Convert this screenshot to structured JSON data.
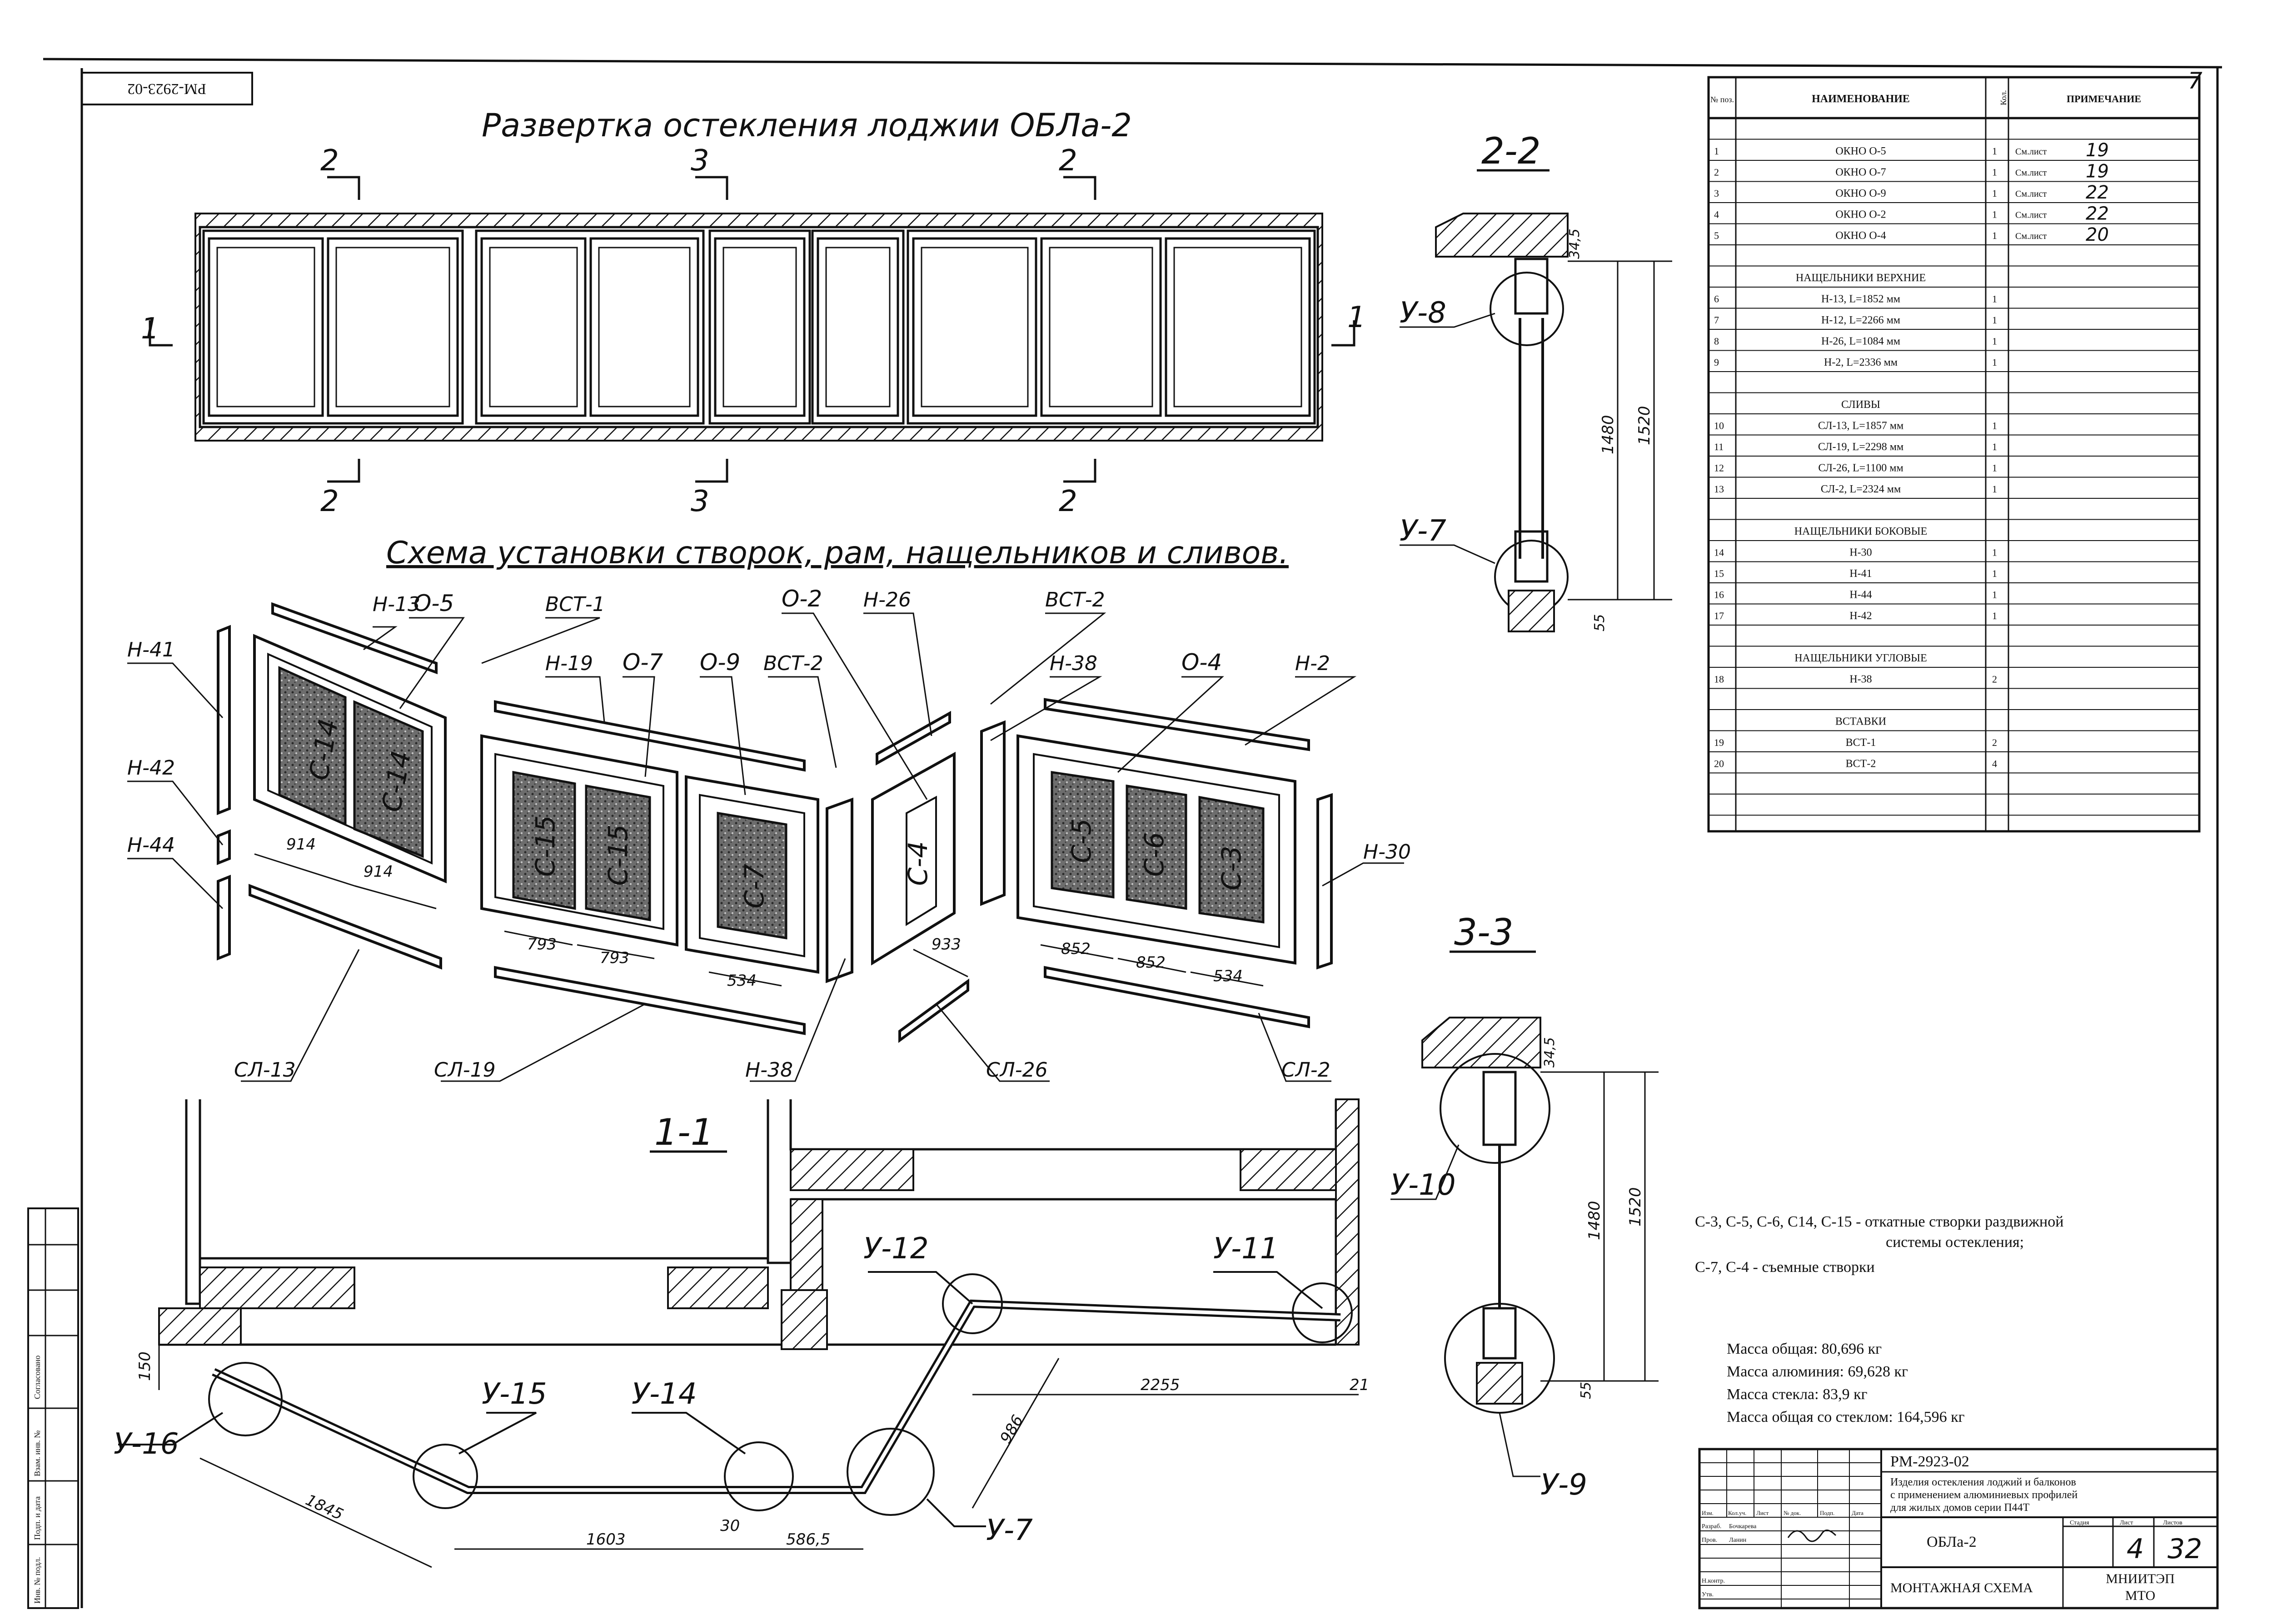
{
  "doc_code_rotated": "РМ-2923-02",
  "sheet_mark": "7",
  "title_top": "Развертка остекления лоджии ОБЛа-2",
  "title_scheme": "Схема установки створок, рам, нащельников и сливов.",
  "section_marks": {
    "top": [
      "2",
      "3",
      "2"
    ],
    "bottom": [
      "2",
      "3",
      "2"
    ],
    "side": [
      "1",
      "1"
    ]
  },
  "scheme_labels": [
    "Н-13",
    "О-5",
    "ВСТ-1",
    "Н-41",
    "Н-42",
    "Н-44",
    "Н-19",
    "О-7",
    "О-9",
    "ВСТ-2",
    "О-2",
    "Н-26",
    "ВСТ-2",
    "Н-38",
    "О-4",
    "Н-2",
    "Н-30",
    "СЛ-13",
    "СЛ-19",
    "Н-38",
    "СЛ-26",
    "СЛ-2"
  ],
  "sash_labels": [
    "С-14",
    "С-14",
    "С-15",
    "С-15",
    "С-7",
    "С-4",
    "С-5",
    "С-6",
    "С-3"
  ],
  "scheme_dims": [
    "914",
    "914",
    "793",
    "793",
    "534",
    "933",
    "852",
    "852",
    "534"
  ],
  "plan": {
    "title": "1-1",
    "nodes": [
      "У-12",
      "У-11",
      "У-15",
      "У-14",
      "У-16",
      "У-7"
    ],
    "dims": [
      "2255",
      "21",
      "150",
      "986",
      "1845",
      "1603",
      "30",
      "586,5"
    ]
  },
  "section_2_2": {
    "title": "2-2",
    "nodes": [
      "У-8",
      "У-7"
    ],
    "dims": [
      "34,5",
      "1480",
      "1520",
      "55"
    ]
  },
  "section_3_3": {
    "title": "3-3",
    "nodes": [
      "У-10",
      "У-9"
    ],
    "dims": [
      "34,5",
      "1480",
      "1520",
      "55"
    ]
  },
  "spec": {
    "headers": [
      "№ поз.",
      "НАИМЕНОВАНИЕ",
      "Кол.",
      "ПРИМЕЧАНИЕ"
    ],
    "rows": [
      {
        "n": "",
        "name": "",
        "q": "",
        "note": ""
      },
      {
        "n": "1",
        "name": "ОКНО О-5",
        "q": "1",
        "note": "См.лист",
        "sheet": "19"
      },
      {
        "n": "2",
        "name": "ОКНО О-7",
        "q": "1",
        "note": "См.лист",
        "sheet": "19"
      },
      {
        "n": "3",
        "name": "ОКНО О-9",
        "q": "1",
        "note": "См.лист",
        "sheet": "22"
      },
      {
        "n": "4",
        "name": "ОКНО О-2",
        "q": "1",
        "note": "См.лист",
        "sheet": "22"
      },
      {
        "n": "5",
        "name": "ОКНО О-4",
        "q": "1",
        "note": "См.лист",
        "sheet": "20"
      },
      {
        "n": "",
        "name": "",
        "q": "",
        "note": ""
      },
      {
        "n": "",
        "name": "НАЩЕЛЬНИКИ ВЕРХНИЕ",
        "q": "",
        "note": ""
      },
      {
        "n": "6",
        "name": "Н-13,  L=1852 мм",
        "q": "1",
        "note": ""
      },
      {
        "n": "7",
        "name": "Н-12,  L=2266 мм",
        "q": "1",
        "note": ""
      },
      {
        "n": "8",
        "name": "Н-26,  L=1084 мм",
        "q": "1",
        "note": ""
      },
      {
        "n": "9",
        "name": "Н-2,  L=2336 мм",
        "q": "1",
        "note": ""
      },
      {
        "n": "",
        "name": "",
        "q": "",
        "note": ""
      },
      {
        "n": "",
        "name": "СЛИВЫ",
        "q": "",
        "note": ""
      },
      {
        "n": "10",
        "name": "СЛ-13,  L=1857 мм",
        "q": "1",
        "note": ""
      },
      {
        "n": "11",
        "name": "СЛ-19,  L=2298 мм",
        "q": "1",
        "note": ""
      },
      {
        "n": "12",
        "name": "СЛ-26,  L=1100 мм",
        "q": "1",
        "note": ""
      },
      {
        "n": "13",
        "name": "СЛ-2,  L=2324 мм",
        "q": "1",
        "note": ""
      },
      {
        "n": "",
        "name": "",
        "q": "",
        "note": ""
      },
      {
        "n": "",
        "name": "НАЩЕЛЬНИКИ БОКОВЫЕ",
        "q": "",
        "note": ""
      },
      {
        "n": "14",
        "name": "Н-30",
        "q": "1",
        "note": ""
      },
      {
        "n": "15",
        "name": "Н-41",
        "q": "1",
        "note": ""
      },
      {
        "n": "16",
        "name": "Н-44",
        "q": "1",
        "note": ""
      },
      {
        "n": "17",
        "name": "Н-42",
        "q": "1",
        "note": ""
      },
      {
        "n": "",
        "name": "",
        "q": "",
        "note": ""
      },
      {
        "n": "",
        "name": "НАЩЕЛЬНИКИ УГЛОВЫЕ",
        "q": "",
        "note": ""
      },
      {
        "n": "18",
        "name": "Н-38",
        "q": "2",
        "note": ""
      },
      {
        "n": "",
        "name": "",
        "q": "",
        "note": ""
      },
      {
        "n": "",
        "name": "ВСТАВКИ",
        "q": "",
        "note": ""
      },
      {
        "n": "19",
        "name": "ВСТ-1",
        "q": "2",
        "note": ""
      },
      {
        "n": "20",
        "name": "ВСТ-2",
        "q": "4",
        "note": ""
      },
      {
        "n": "",
        "name": "",
        "q": "",
        "note": ""
      },
      {
        "n": "",
        "name": "",
        "q": "",
        "note": ""
      }
    ]
  },
  "notes": {
    "line1": "С-3, С-5, С-6, С14, С-15 - откатные створки раздвижной",
    "line1b": "системы остекления;",
    "line2": "С-7, С-4  -  съемные створки"
  },
  "mass": [
    "Масса общая: 80,696 кг",
    "Масса алюминия: 69,628 кг",
    "Масса стекла: 83,9 кг",
    "Масса общая со стеклом: 164,596 кг"
  ],
  "stamp": {
    "code": "РМ-2923-02",
    "desc": [
      "Изделия остекления лоджий и балконов",
      "с применением алюминиевых профилей",
      "для жилых домов серии П44Т"
    ],
    "object": "ОБЛа-2",
    "sheet_title": "МОНТАЖНАЯ СХЕМА",
    "col_heads": [
      "Изм.",
      "Кол.уч.",
      "Лист",
      "№ док.",
      "Подп.",
      "Дата"
    ],
    "roles": [
      "Разраб.",
      "Пров.",
      "Н.контр.",
      "Утв."
    ],
    "names": [
      "Бочкарева",
      "Ланин"
    ],
    "stage_heads": [
      "Стадия",
      "Лист",
      "Листов"
    ],
    "sheet": "4",
    "sheets": "32",
    "org": [
      "МНИИТЭП",
      "МТО"
    ]
  },
  "left_strip": [
    "Согласовано",
    "Взам. инв. №",
    "Подп. и дата",
    "Инв. № подл."
  ]
}
